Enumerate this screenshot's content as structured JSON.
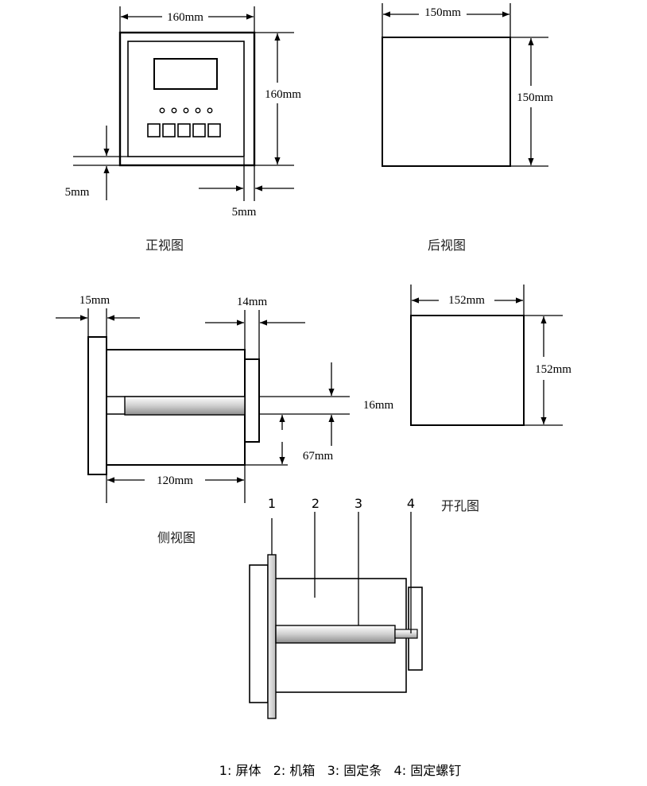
{
  "front_view": {
    "caption": "正视图",
    "width_label": "160mm",
    "height_label": "160mm",
    "bottom_gap_label": "5mm",
    "side_gap_label": "5mm"
  },
  "rear_view": {
    "caption": "后视图",
    "width_label": "150mm",
    "height_label": "150mm"
  },
  "side_view": {
    "caption": "侧视图",
    "panel_label": "15mm",
    "rear_label": "14mm",
    "upper_label": "16mm",
    "lower_label": "67mm",
    "depth_label": "120mm"
  },
  "cutout_view": {
    "caption": "开孔图",
    "width_label": "152mm",
    "height_label": "152mm"
  },
  "assembly": {
    "callouts": [
      "1",
      "2",
      "3",
      "4"
    ],
    "legend": "1: 屏体   2: 机箱   3: 固定条   4: 固定螺钉"
  }
}
